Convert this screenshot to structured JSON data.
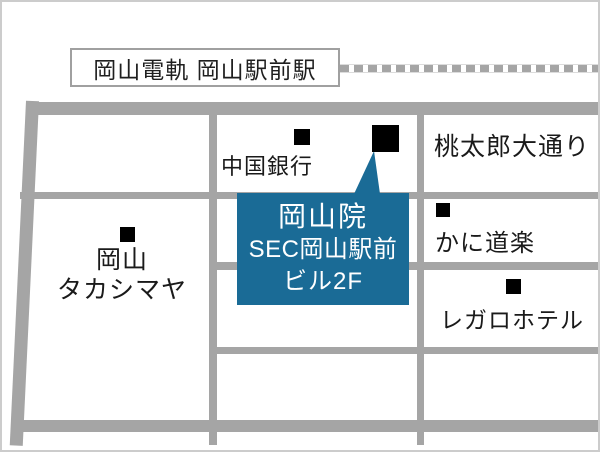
{
  "station": {
    "label": "岡山電軌 岡山駅前駅"
  },
  "callout": {
    "line1": "岡山院",
    "line2": "SEC岡山駅前",
    "line3": "ビル2F"
  },
  "landmarks": {
    "chugoku_bank": {
      "label": "中国銀行"
    },
    "momotaro_street": {
      "label": "桃太郎大通り"
    },
    "kani_doraku": {
      "label": "かに道楽"
    },
    "regalo_hotel": {
      "label": "レガロホテル"
    },
    "takashimaya": {
      "line1": "岡山",
      "line2": "タカシマヤ"
    }
  },
  "colors": {
    "accent_blue": "#1a6b96",
    "road_gray": "#a5a5a5",
    "marker_black": "#000000",
    "frame_border": "#cccccc"
  }
}
